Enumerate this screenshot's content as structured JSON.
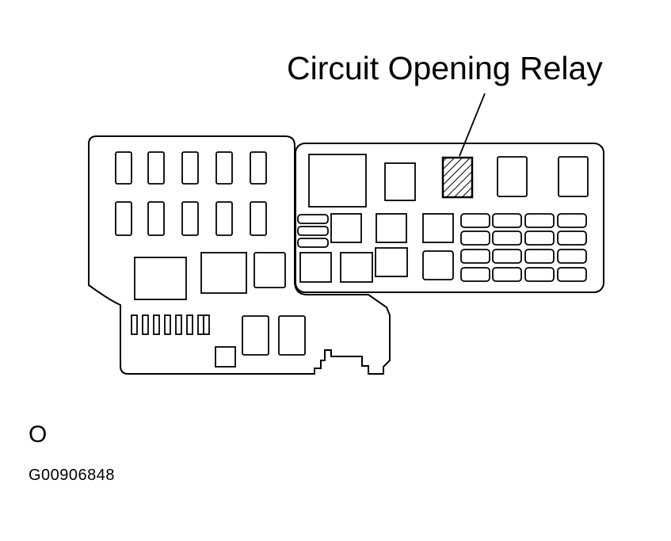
{
  "diagram": {
    "callout_label": "Circuit Opening Relay",
    "orientation_mark": "O",
    "figure_id": "G00906848",
    "colors": {
      "stroke": "#000000",
      "fill": "#ffffff"
    }
  }
}
